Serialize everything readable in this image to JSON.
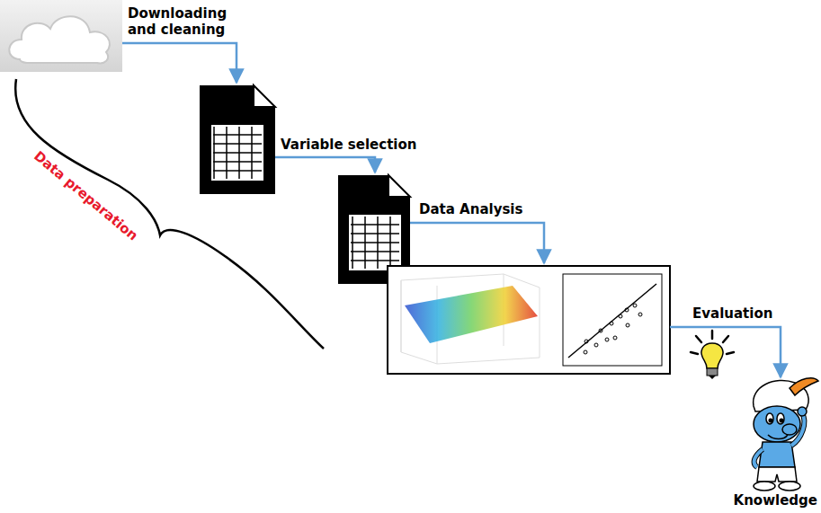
{
  "diagram": {
    "labels": [
      "Downloading and cleaning",
      "Variable selection",
      "Data Analysis",
      "Evaluation",
      "Knowledge",
      "Data preparation"
    ]
  }
}
